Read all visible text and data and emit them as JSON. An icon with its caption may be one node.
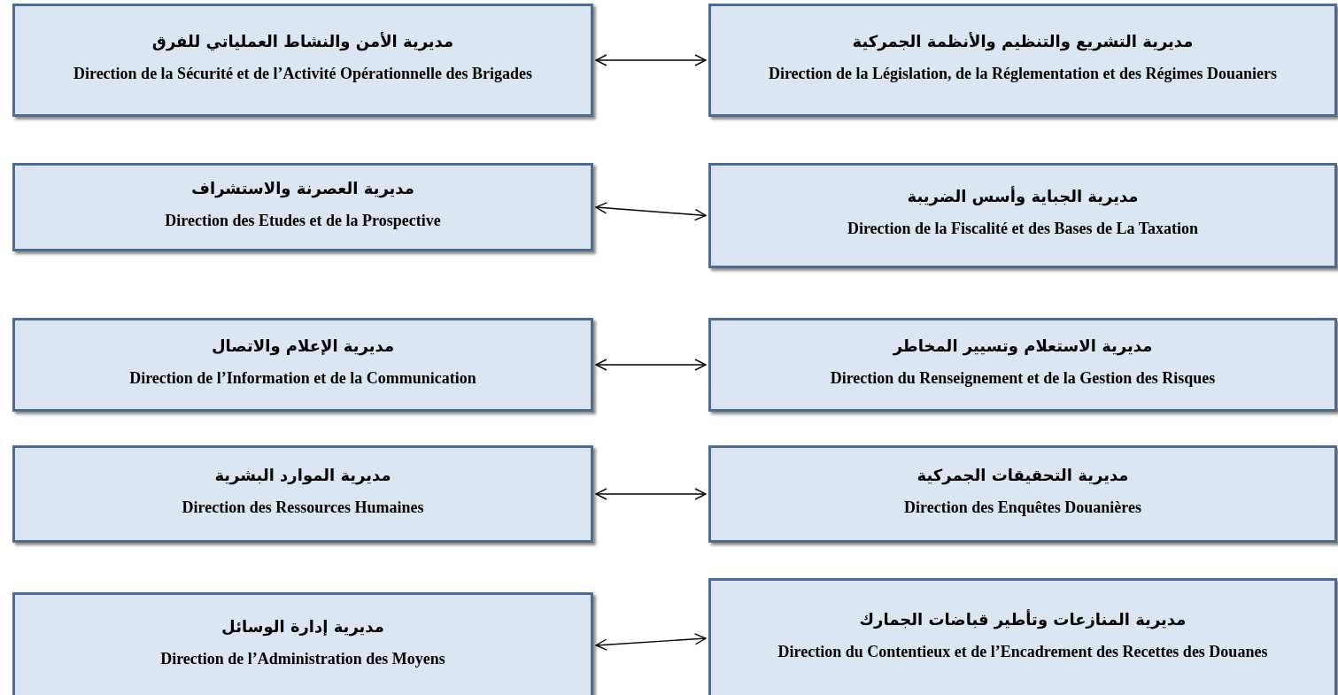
{
  "diagram": {
    "nodes": [
      {
        "text": [
          "مديرية الأمن والنشاط العملياتي للفرق",
          "Direction de la Sécurité et de l’Activité Opérationnelle des Brigades"
        ]
      },
      {
        "text": [
          "مديرية التشريع والتنظيم والأنظمة الجمركية",
          "Direction de la Législation, de la Réglementation et des Régimes Douaniers"
        ]
      },
      {
        "text": [
          "مديرية العصرنة والاستشراف",
          "Direction des Etudes et de la Prospective"
        ]
      },
      {
        "text": [
          "مديرية الجباية وأسس الضريبة",
          "Direction de la Fiscalité et des Bases de La Taxation"
        ]
      },
      {
        "text": [
          "مديرية الإعلام والاتصال",
          "Direction de l’Information et de la Communication"
        ]
      },
      {
        "text": [
          "مديرية الاستعلام وتسيير المخاطر",
          "Direction du Renseignement et de la Gestion des Risques"
        ]
      },
      {
        "text": [
          "مديرية الموارد البشرية",
          "Direction des Ressources Humaines"
        ]
      },
      {
        "text": [
          "مديرية التحقيقات الجمركية",
          "Direction des Enquêtes Douanières"
        ]
      },
      {
        "text": [
          "مديرية إدارة الوسائل",
          "Direction de l’Administration des Moyens"
        ]
      },
      {
        "text": [
          "مديرية المنازعات وتأطير قباضات الجمارك",
          "Direction du Contentieux et de l’Encadrement des Recettes des Douanes"
        ]
      }
    ],
    "edges": [
      {
        "from": 0,
        "to": 1,
        "arrow": "both"
      },
      {
        "from": 2,
        "to": 3,
        "arrow": "both"
      },
      {
        "from": 4,
        "to": 5,
        "arrow": "both"
      },
      {
        "from": 6,
        "to": 7,
        "arrow": "both"
      },
      {
        "from": 8,
        "to": 9,
        "arrow": "both"
      }
    ]
  }
}
